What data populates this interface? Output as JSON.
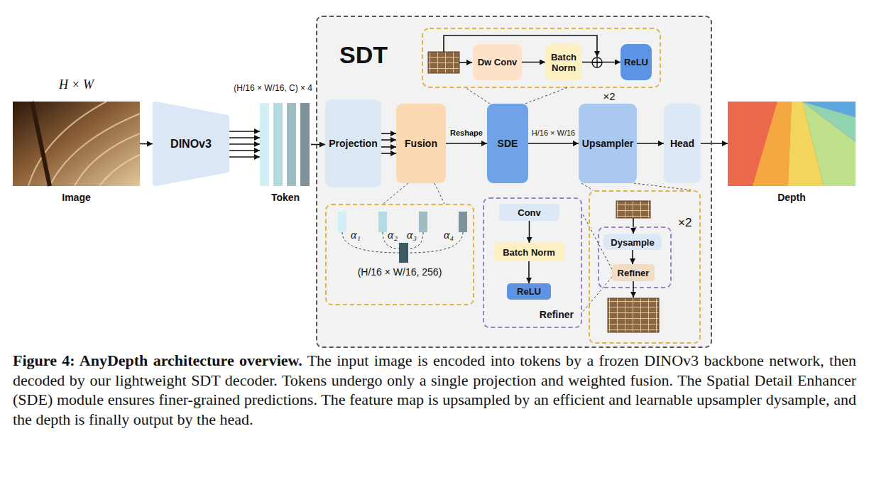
{
  "diagram": {
    "caption": "Figure 4: AnyDepth architecture overview. The input image is encoded into tokens by a frozen DINOv3 backbone network, then decoded by our lightweight SDT decoder. Tokens undergo only a single projection and weighted fusion. The Spatial Detail Enhancer (SDE) module ensures finer-grained predictions. The feature map is upsampled by an efficient and learnable upsampler dysample, and the depth is finally output by the head.",
    "nodes": [
      {
        "text": [
          "H × W",
          "Image"
        ]
      },
      {
        "text": [
          "DINOv3"
        ]
      },
      {
        "text": [
          "(H/16 × W/16, C) × 4",
          "Token"
        ]
      },
      {
        "text": [
          "SDT"
        ]
      },
      {
        "text": [
          "Dw Conv"
        ],
        "in": 3
      },
      {
        "text": [
          "Batch Norm"
        ],
        "in": 3
      },
      {
        "text": [
          "ReLU"
        ],
        "in": 3
      },
      {
        "text": [
          "Projection"
        ],
        "in": 3
      },
      {
        "text": [
          "Fusion"
        ],
        "in": 3
      },
      {
        "text": [
          "SDE"
        ],
        "in": 3
      },
      {
        "text": [
          "Upsampler"
        ],
        "in": 3
      },
      {
        "text": [
          "Head"
        ],
        "in": 3
      },
      {
        "text": [
          "(H/16 × W/16, 256)"
        ],
        "in": 3
      },
      {
        "text": [
          "Refiner"
        ],
        "in": 3
      },
      {
        "text": [
          "Conv"
        ],
        "in": 13
      },
      {
        "text": [
          "Batch Norm"
        ],
        "in": 13
      },
      {
        "text": [
          "ReLU"
        ],
        "in": 13
      },
      {
        "text": [
          "×2"
        ],
        "in": 3
      },
      {
        "text": [
          "Dysample"
        ],
        "in": 17
      },
      {
        "text": [
          "Refiner"
        ],
        "in": 17
      },
      {
        "text": [
          "Depth"
        ]
      }
    ],
    "edges": [
      {
        "from": 0,
        "to": 1,
        "arrow": "to"
      },
      {
        "from": 1,
        "to": 2,
        "arrow": "to"
      },
      {
        "from": 1,
        "to": 2,
        "arrow": "to"
      },
      {
        "from": 1,
        "to": 2,
        "arrow": "to"
      },
      {
        "from": 1,
        "to": 2,
        "arrow": "to"
      },
      {
        "from": 1,
        "to": 2,
        "arrow": "to"
      },
      {
        "from": 2,
        "to": 7,
        "arrow": "to"
      },
      {
        "from": 7,
        "to": 8,
        "arrow": "to"
      },
      {
        "from": 7,
        "to": 8,
        "arrow": "to"
      },
      {
        "from": 7,
        "to": 8,
        "arrow": "to"
      },
      {
        "from": 7,
        "to": 8,
        "arrow": "to"
      },
      {
        "from": 8,
        "to": 9,
        "label": "Reshape",
        "arrow": "to"
      },
      {
        "from": 9,
        "to": 10,
        "label": "H/16 × W/16",
        "arrow": "to"
      },
      {
        "from": 10,
        "to": 11,
        "arrow": "to"
      },
      {
        "from": 11,
        "to": 20,
        "arrow": "to"
      },
      {
        "from": 4,
        "to": 5,
        "arrow": "to"
      },
      {
        "from": 5,
        "to": 6,
        "arrow": "to"
      },
      {
        "from": 8,
        "to": 12,
        "arrow": "none"
      },
      {
        "from": 8,
        "to": 12,
        "arrow": "none"
      },
      {
        "from": 14,
        "to": 15,
        "arrow": "to"
      },
      {
        "from": 15,
        "to": 16,
        "arrow": "to"
      },
      {
        "from": 18,
        "to": 19,
        "arrow": "to"
      },
      {
        "from": 10,
        "to": 17,
        "arrow": "none"
      },
      {
        "from": 10,
        "to": 17,
        "arrow": "none"
      },
      {
        "from": 19,
        "to": 13,
        "arrow": "none"
      },
      {
        "from": 19,
        "to": 13,
        "arrow": "none"
      }
    ],
    "labels": [
      "×2",
      "α₁",
      "α₂",
      "α₃",
      "α₄"
    ]
  }
}
